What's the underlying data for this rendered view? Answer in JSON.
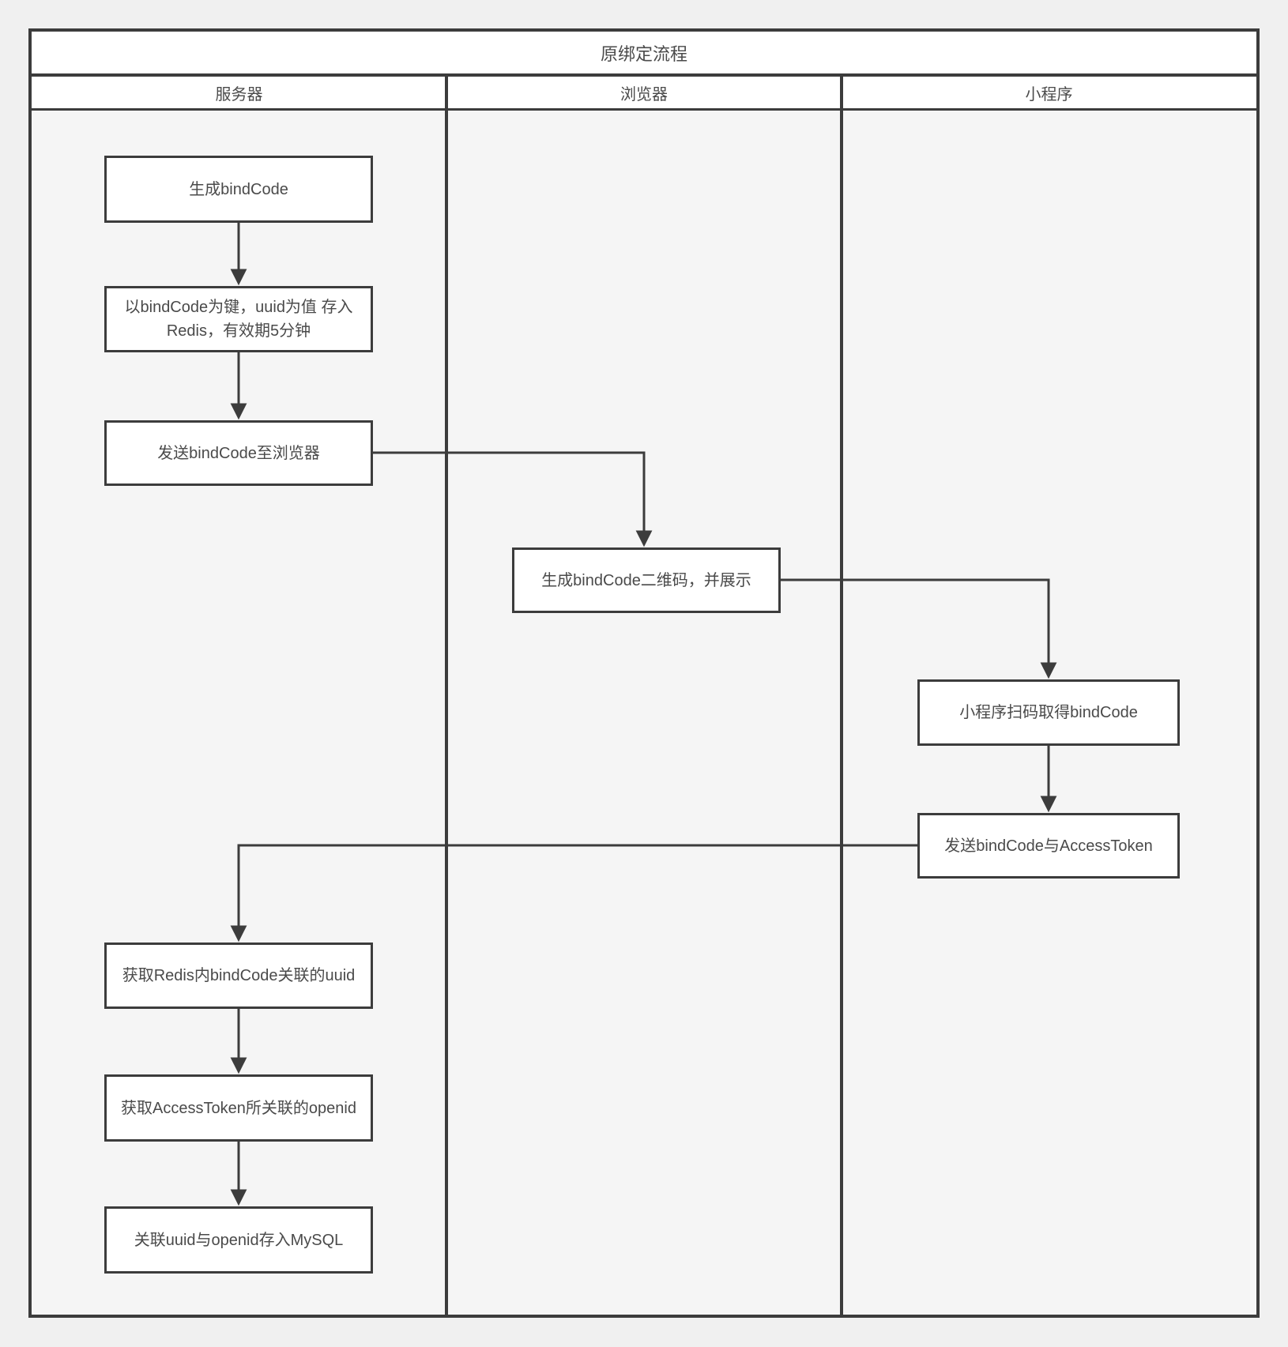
{
  "diagram": {
    "title": "原绑定流程",
    "lanes": [
      {
        "label": "服务器"
      },
      {
        "label": "浏览器"
      },
      {
        "label": "小程序"
      }
    ],
    "nodes": [
      {
        "lane": "服务器",
        "label": "生成bindCode"
      },
      {
        "lane": "服务器",
        "label_line1": "以bindCode为键，uuid为值 存入",
        "label_line2": "Redis，有效期5分钟"
      },
      {
        "lane": "服务器",
        "label": "发送bindCode至浏览器"
      },
      {
        "lane": "浏览器",
        "label": "生成bindCode二维码，并展示"
      },
      {
        "lane": "小程序",
        "label": "小程序扫码取得bindCode"
      },
      {
        "lane": "小程序",
        "label": "发送bindCode与AccessToken"
      },
      {
        "lane": "服务器",
        "label": "获取Redis内bindCode关联的uuid"
      },
      {
        "lane": "服务器",
        "label": "获取AccessToken所关联的openid"
      },
      {
        "lane": "服务器",
        "label": "关联uuid与openid存入MySQL"
      }
    ],
    "edges": [
      {
        "from": 0,
        "to": 1
      },
      {
        "from": 1,
        "to": 2
      },
      {
        "from": 2,
        "to": 3
      },
      {
        "from": 3,
        "to": 4
      },
      {
        "from": 4,
        "to": 5
      },
      {
        "from": 5,
        "to": 6
      },
      {
        "from": 6,
        "to": 7
      },
      {
        "from": 7,
        "to": 8
      }
    ],
    "colors": {
      "line": "#3c3c3c",
      "node_bg": "#ffffff",
      "lane_bg": "#f5f5f5",
      "row_bg": "#ffffff",
      "page_bg": "#f0f0f0",
      "text": "#4a4a4a"
    }
  }
}
